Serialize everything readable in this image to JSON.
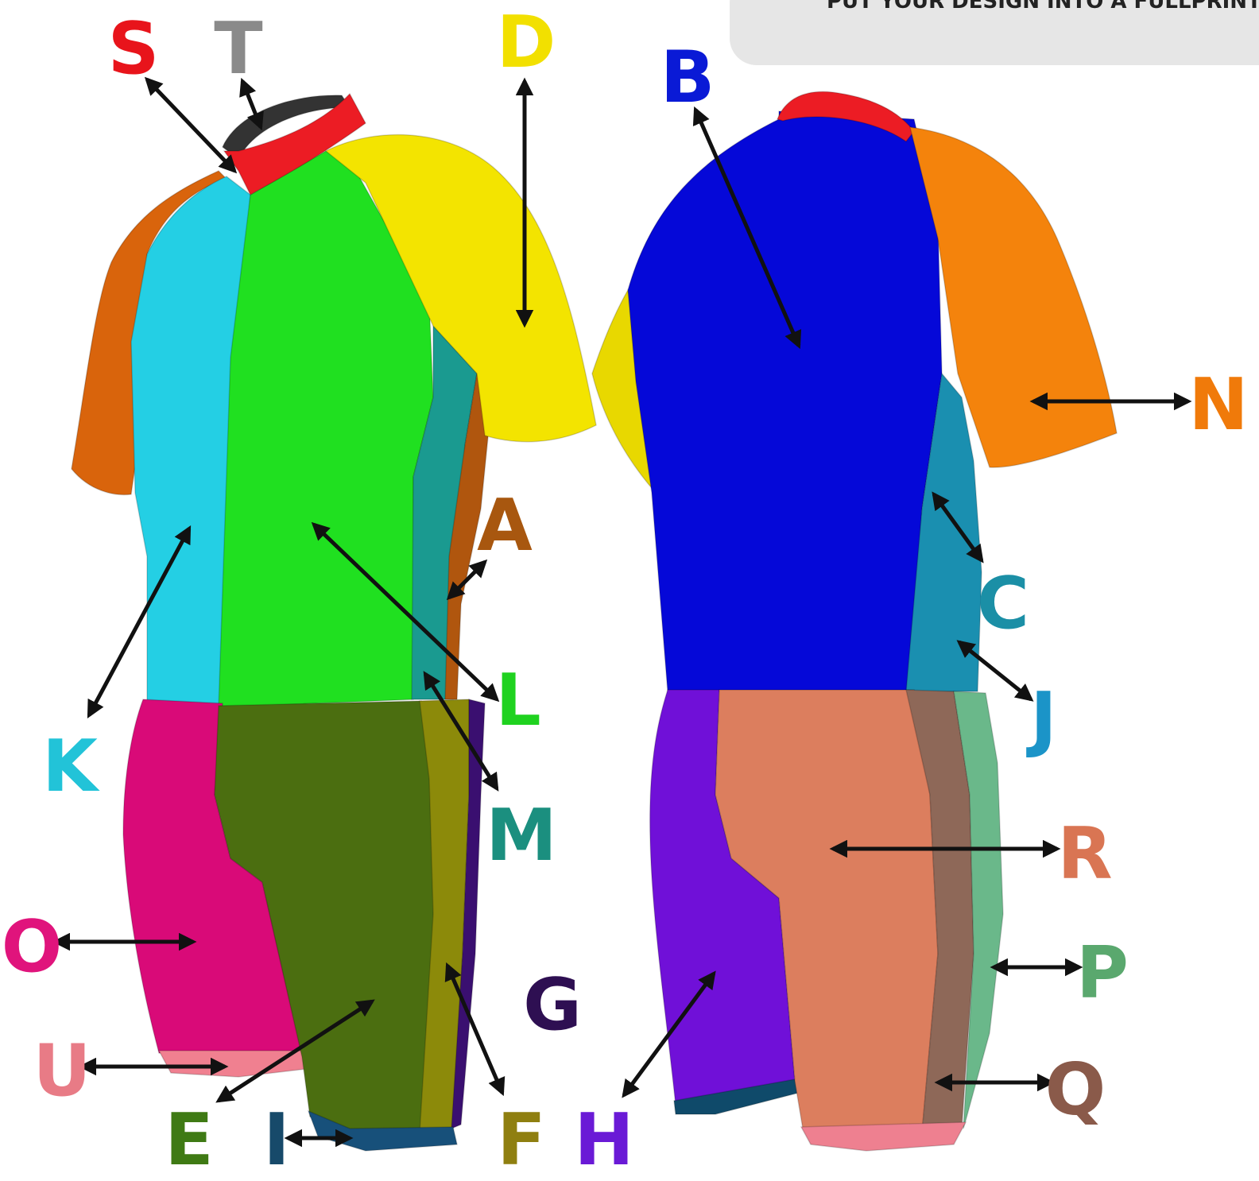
{
  "banner": {
    "text": "PUT YOUR DESIGN INTO A FULLPRINT PATTERN"
  },
  "labels": [
    {
      "key": "S",
      "text": "S",
      "color": "#e8141b"
    },
    {
      "key": "T",
      "text": "T",
      "color": "#8a8a8a"
    },
    {
      "key": "D",
      "text": "D",
      "color": "#f2e000"
    },
    {
      "key": "B",
      "text": "B",
      "color": "#0a1ad6"
    },
    {
      "key": "N",
      "text": "N",
      "color": "#f07a0a"
    },
    {
      "key": "A",
      "text": "A",
      "color": "#a8570f"
    },
    {
      "key": "C",
      "text": "C",
      "color": "#1b8fa6"
    },
    {
      "key": "L",
      "text": "L",
      "color": "#1fd21f"
    },
    {
      "key": "J",
      "text": "J",
      "color": "#1b94c8"
    },
    {
      "key": "K",
      "text": "K",
      "color": "#22c3d8"
    },
    {
      "key": "M",
      "text": "M",
      "color": "#1b8f7f"
    },
    {
      "key": "R",
      "text": "R",
      "color": "#d97553"
    },
    {
      "key": "O",
      "text": "O",
      "color": "#e0147c"
    },
    {
      "key": "G",
      "text": "G",
      "color": "#2e0f52"
    },
    {
      "key": "P",
      "text": "P",
      "color": "#5aa86e"
    },
    {
      "key": "U",
      "text": "U",
      "color": "#e87b86"
    },
    {
      "key": "Q",
      "text": "Q",
      "color": "#8a5a4a"
    },
    {
      "key": "E",
      "text": "E",
      "color": "#3f7a14"
    },
    {
      "key": "I",
      "text": "I",
      "color": "#174a6a"
    },
    {
      "key": "F",
      "text": "F",
      "color": "#8f7f10"
    },
    {
      "key": "H",
      "text": "H",
      "color": "#6a1ad6"
    }
  ],
  "panel_colors": {
    "collar": "#ec1c24",
    "neck_inner": "#333333",
    "front_left_panel": "#24cfe4",
    "front_right_panel": "#20e020",
    "front_left_sleeve": "#d9640c",
    "front_right_sleeve": "#f3e400",
    "front_side_panel": "#1a9a90",
    "front_side_stripe": "#b0560e",
    "front_left_leg": "#d90a78",
    "front_right_leg": "#4b6e10",
    "front_leg_stripe": "#8c8a0a",
    "front_leg_edge": "#3a0f70",
    "front_left_cuff": "#f08090",
    "front_right_cuff": "#17507a",
    "back_main": "#0508d8",
    "back_sleeve": "#f4830c",
    "back_left_sleeve": "#e8d800",
    "back_side_panel": "#1a8fb0",
    "back_left_leg": "#7010d8",
    "back_seat": "#dc7e5e",
    "back_leg_stripe": "#8e6858",
    "back_leg_edge": "#6ab88a",
    "back_left_cuff": "#0f4a6a",
    "back_right_cuff": "#ee8090"
  }
}
